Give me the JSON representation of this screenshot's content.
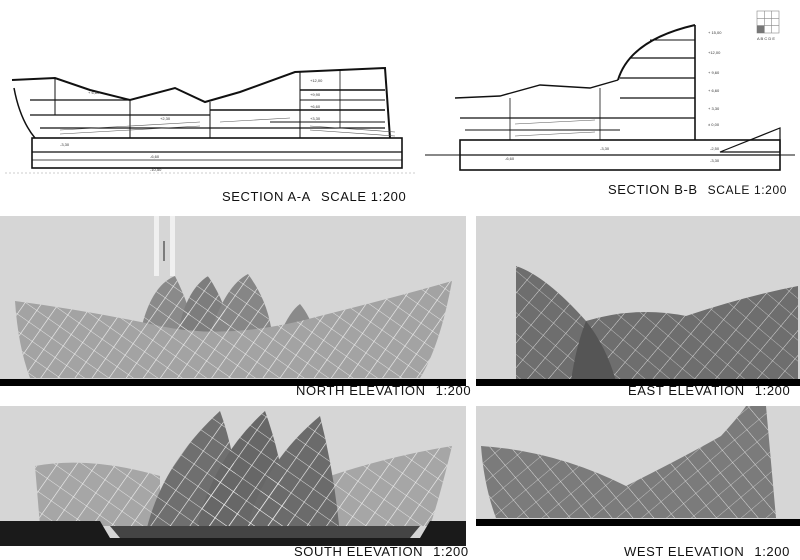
{
  "section_a": {
    "label": "SECTION  A-A",
    "scale": "SCALE 1:200"
  },
  "section_b": {
    "label": "SECTION  B-B",
    "scale": "SCALE 1:200"
  },
  "north": {
    "label": "NORTH  ELEVATION",
    "scale": "1:200"
  },
  "east": {
    "label": "EAST  ELEVATION",
    "scale": "1:200"
  },
  "south": {
    "label": "SOUTH  ELEVATION",
    "scale": "1:200"
  },
  "west": {
    "label": "WEST  ELEVATION",
    "scale": "1:200"
  },
  "colors": {
    "panel_bg": "#d6d6d6",
    "facade_light": "#c8c8c8",
    "facade_dark": "#6f6f6f",
    "lattice": "#f2f2f2",
    "ground": "#000000"
  }
}
